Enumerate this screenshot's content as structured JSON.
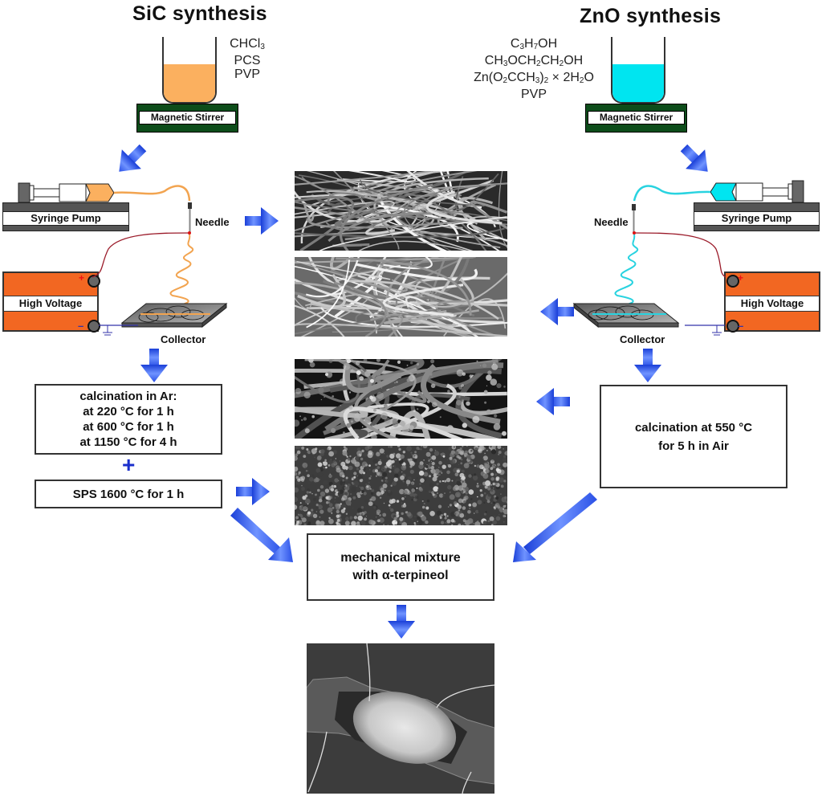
{
  "left": {
    "title": "SiC synthesis",
    "reagents": [
      "CHCl",
      "PCS",
      "PVP"
    ],
    "reagent_sub": "3",
    "stirrer_label": "Magnetic Stirrer",
    "pump_label": "Syringe Pump",
    "needle_label": "Needle",
    "hv_label": "High Voltage",
    "collector_label": "Collector",
    "liquid_color": "#fbb05f",
    "calcination": [
      "calcination in Ar:",
      "at 220 °C for 1 h",
      "at 600 °C for 1 h",
      "at 1150 °C for 4 h"
    ],
    "plus": "+",
    "sps": "SPS 1600 °C for 1 h"
  },
  "right": {
    "title": "ZnO synthesis",
    "reagents_html": [
      "C<sub>3</sub>H<sub>7</sub>OH",
      "CH<sub>3</sub>OCH<sub>2</sub>CH<sub>2</sub>OH",
      "Zn(O<sub>2</sub>CCH<sub>3</sub>)<sub>2</sub> × 2H<sub>2</sub>O",
      "PVP"
    ],
    "stirrer_label": "Magnetic Stirrer",
    "pump_label": "Syringe Pump",
    "needle_label": "Needle",
    "hv_label": "High Voltage",
    "collector_label": "Collector",
    "liquid_color": "#00e5f0",
    "calcination": [
      "calcination at 550 °C",
      "for 5 h in Air"
    ]
  },
  "center": {
    "mixture": [
      "mechanical mixture",
      "with α-terpineol"
    ],
    "sem_images": [
      "SiC as-spun fibers",
      "ZnO as-spun fibers",
      "SiC after calcination",
      "ZnO after calcination"
    ],
    "final_image": "sensor device SEM"
  },
  "colors": {
    "arrow": "#2f5bea",
    "stirrer": "#0d4d1a",
    "hv": "#f26722",
    "wire_red": "#9b1b2a",
    "ground": "#3333aa"
  }
}
